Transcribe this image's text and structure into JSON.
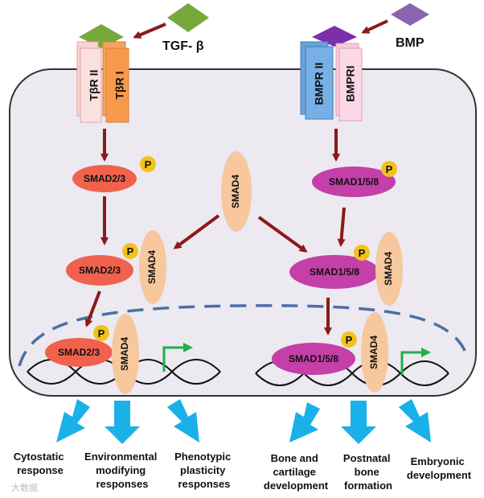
{
  "ligands": {
    "tgf": "TGF- β",
    "bmp": "BMP"
  },
  "receptors": {
    "tgf_r2": "TβR II",
    "tgf_r1": "TβR I",
    "bmp_r2": "BMPR II",
    "bmp_r1": "BMPRI"
  },
  "smads": {
    "smad23": "SMAD2/3",
    "smad158": "SMAD1/5/8",
    "smad4": "SMAD4",
    "phospho": "P"
  },
  "outcomes": {
    "tgf": [
      [
        "Cytostatic",
        "response"
      ],
      [
        "Environmental",
        "modifying",
        "responses"
      ],
      [
        "Phenotypic",
        "plasticity",
        "responses"
      ]
    ],
    "bmp": [
      [
        "Bone and",
        "cartilage",
        "development"
      ],
      [
        "Postnatal",
        "bone",
        "formation"
      ],
      [
        "Embryonic",
        "development"
      ]
    ]
  },
  "watermark": "大数据",
  "colors": {
    "cell_fill": "#ece9f1",
    "cell_stroke": "#333333",
    "arrow": "#8b1a1a",
    "smad23": "#f0624d",
    "smad158": "#c43fa8",
    "smad4": "#f7c79e",
    "phospho": "#f2c21a",
    "tgf_ligand": "#77a83c",
    "bmp_ligand": "#8a64b0",
    "outcome_arrow": "#1ab0e8",
    "nucleus_dash": "#4a6fa5",
    "transcription_arrow": "#1eb04a"
  }
}
